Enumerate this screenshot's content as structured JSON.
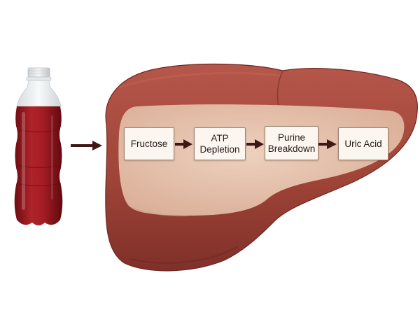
{
  "steps": [
    {
      "label": "Fructose"
    },
    {
      "label": "ATP\nDepletion"
    },
    {
      "label": "Purine\nBreakdown"
    },
    {
      "label": "Uric Acid"
    }
  ],
  "icons": {
    "bottle": "soda-bottle-icon",
    "organ": "liver-illustration",
    "arrow": "right-arrow-icon"
  },
  "colors": {
    "liver": "#a5473d",
    "liver_inner": "#e8c7b2",
    "soda": "#a11d22",
    "arrow": "#3e1716",
    "box_fill": "#fbf7f0"
  }
}
